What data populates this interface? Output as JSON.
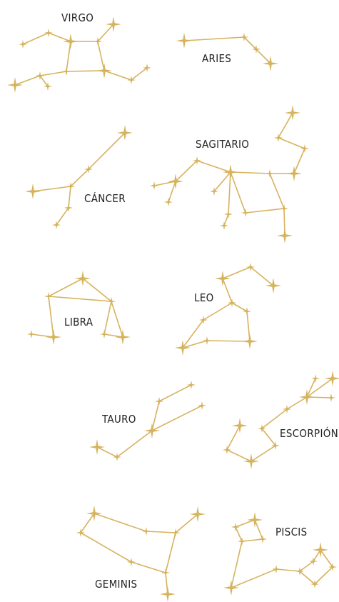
{
  "colors": {
    "star": "#d6b35e",
    "line": "#d6b35e",
    "label": "#222222",
    "background": "#ffffff"
  },
  "constellations": [
    {
      "id": "virgo",
      "label": "VIRGO"
    },
    {
      "id": "aries",
      "label": "ARIES"
    },
    {
      "id": "cancer",
      "label": "CÁNCER"
    },
    {
      "id": "sagitario",
      "label": "SAGITARIO"
    },
    {
      "id": "libra",
      "label": "LIBRA"
    },
    {
      "id": "leo",
      "label": "LEO"
    },
    {
      "id": "tauro",
      "label": "TAURO"
    },
    {
      "id": "escorpion",
      "label": "ESCORPIÓN"
    },
    {
      "id": "geminis",
      "label": "GEMINIS"
    },
    {
      "id": "piscis",
      "label": "PISCIS"
    }
  ]
}
